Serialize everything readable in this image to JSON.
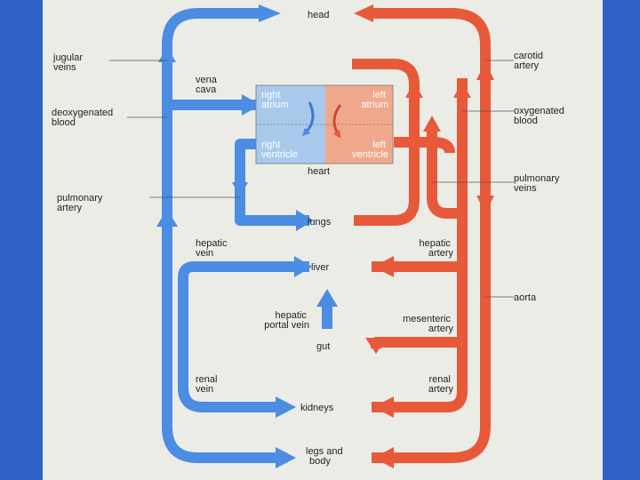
{
  "colors": {
    "background": "#2f63c8",
    "paper": "#ecece6",
    "deoxygenated": "#4a8de2",
    "oxygenated": "#e8593a",
    "heart_right": "#a9c9ec",
    "heart_left": "#f0a88c"
  },
  "labels": {
    "head": "head",
    "jugular_veins": [
      "jugular",
      "veins"
    ],
    "vena_cava": [
      "vena",
      "cava"
    ],
    "deoxygenated_blood": [
      "deoxygenated",
      "blood"
    ],
    "right_atrium": [
      "right",
      "atrium"
    ],
    "left_atrium": [
      "left",
      "atrium"
    ],
    "right_ventricle": [
      "right",
      "ventricle"
    ],
    "left_ventricle": [
      "left",
      "ventricle"
    ],
    "heart": "heart",
    "carotid_artery": [
      "carotid",
      "artery"
    ],
    "oxygenated_blood": [
      "oxygenated",
      "blood"
    ],
    "pulmonary_veins": [
      "pulmonary",
      "veins"
    ],
    "pulmonary_artery": [
      "pulmonary",
      "artery"
    ],
    "lungs": "lungs",
    "hepatic_vein": [
      "hepatic",
      "vein"
    ],
    "hepatic_artery": [
      "hepatic",
      "artery"
    ],
    "liver": "liver",
    "aorta": "aorta",
    "hepatic_portal_vein": [
      "hepatic",
      "portal vein"
    ],
    "mesenteric_artery": [
      "mesenteric",
      "artery"
    ],
    "gut": "gut",
    "renal_vein": [
      "renal",
      "vein"
    ],
    "renal_artery": [
      "renal",
      "artery"
    ],
    "kidneys": "kidneys",
    "legs_and_body": [
      "legs and",
      "body"
    ]
  }
}
